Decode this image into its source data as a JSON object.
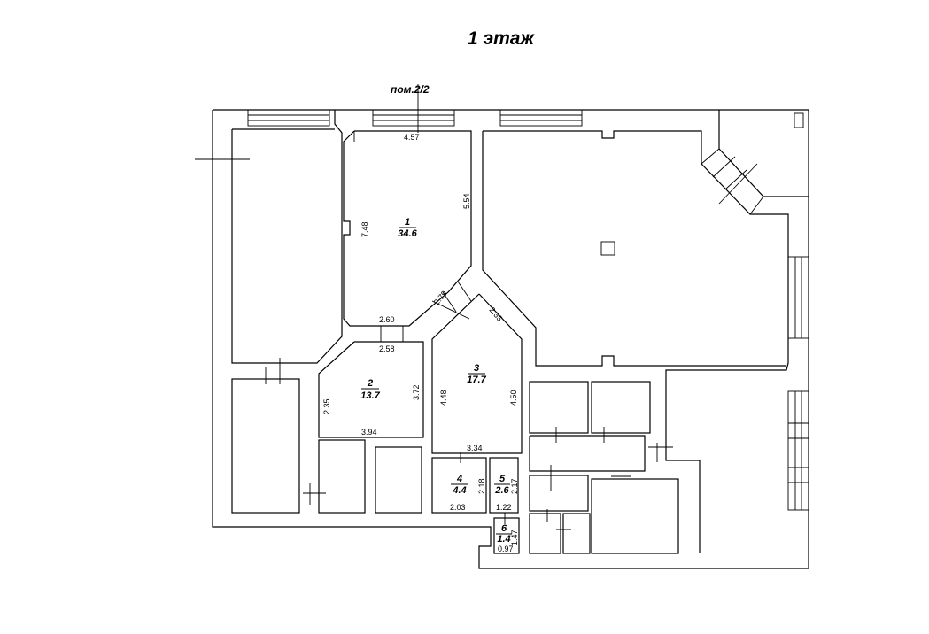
{
  "title": "1 этаж",
  "room_ref": "пом.2/2",
  "rooms": [
    {
      "num": "1",
      "area": "34.6"
    },
    {
      "num": "2",
      "area": "13.7"
    },
    {
      "num": "3",
      "area": "17.7"
    },
    {
      "num": "4",
      "area": "4.4"
    },
    {
      "num": "5",
      "area": "2.6"
    },
    {
      "num": "6",
      "area": "1.4"
    }
  ],
  "dimensions": {
    "r1_top": "4.57",
    "r1_left": "7.48",
    "r1_right": "5.54",
    "r1_bottom": "2.60",
    "r1_diag": "2.79",
    "r2_top": "2.58",
    "r2_left": "2.35",
    "r2_right": "3.72",
    "r2_bottom": "3.94",
    "r3_diag": "2.35",
    "r3_left": "4.48",
    "r3_right": "4.50",
    "r3_bottom": "3.34",
    "r4_bottom": "2.03",
    "r4_right": "2.18",
    "r5_right": "2.17",
    "r5_bottom": "1.22",
    "r6_right": "1.47",
    "r6_bottom": "0.97"
  }
}
